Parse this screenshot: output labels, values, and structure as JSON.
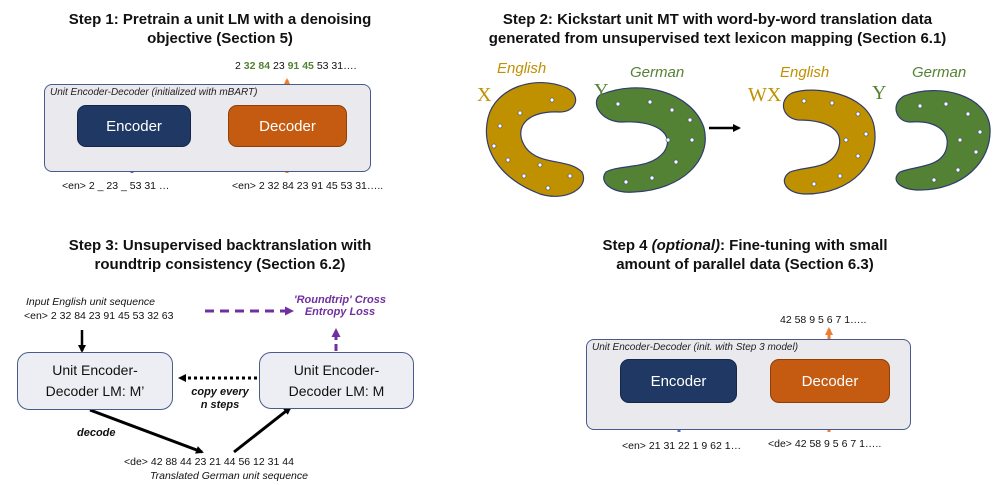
{
  "step1": {
    "title_line1": "Step 1: Pretrain a unit LM with a denoising",
    "title_line2": "objective (Section 5)",
    "panel_label": "Unit Encoder-Decoder (initialized with mBART)",
    "encoder": "Encoder",
    "decoder": "Decoder",
    "input_left": "<en> 2 _ 23 _ 53 31 …",
    "input_right": "<en> 2 32 84 23 91 45 53 31…..",
    "output_tokens": [
      {
        "text": "2",
        "hl": false
      },
      {
        "text": "32",
        "hl": true
      },
      {
        "text": "84",
        "hl": true
      },
      {
        "text": "23",
        "hl": false
      },
      {
        "text": "91",
        "hl": true
      },
      {
        "text": "45",
        "hl": true
      },
      {
        "text": "53",
        "hl": false
      },
      {
        "text": "31….",
        "hl": false
      }
    ]
  },
  "step2": {
    "title_line1": "Step 2: Kickstart unit MT with word-by-word translation data",
    "title_line2": "generated from unsupervised text lexicon mapping (Section 6.1)",
    "english1": "English",
    "german1": "German",
    "english2": "English",
    "german2": "German",
    "x1": "X",
    "y1": "Y",
    "x2": "WX",
    "y2": "Y",
    "colors": {
      "english": "#bf9000",
      "german": "#548235"
    }
  },
  "step3": {
    "title_line1": "Step 3: Unsupervised backtranslation with",
    "title_line2": "roundtrip consistency (Section 6.2)",
    "input_caption": "Input English unit sequence",
    "input_seq": "<en> 2 32 84 23 91 45 53 32 63",
    "loss_line1": "'Roundtrip' Cross",
    "loss_line2": "Entropy Loss",
    "lm_left_line1": "Unit Encoder-",
    "lm_left_line2": "Decoder LM: M’",
    "lm_right_line1": "Unit Encoder-",
    "lm_right_line2": "Decoder LM: M",
    "copy_line1": "copy every",
    "copy_line2": "n steps",
    "decode": "decode",
    "de_seq": "<de> 42 88 44 23 21 44 56 12 31 44",
    "de_caption": "Translated German unit sequence",
    "loss_color": "#7030a0"
  },
  "step4": {
    "title_prefix": "Step 4 ",
    "title_optional": "(optional)",
    "title_suffix": ": Fine-tuning with small",
    "title_line2": "amount of parallel data (Section 6.3)",
    "panel_label": "Unit Encoder-Decoder (init. with Step 3 model)",
    "encoder": "Encoder",
    "decoder": "Decoder",
    "output_seq": "42 58 9 5 6 7 1…..",
    "input_left": "<en> 21 31 22 1 9 62 1…",
    "input_right": "<de> 42 58 9 5 6 7 1….."
  }
}
